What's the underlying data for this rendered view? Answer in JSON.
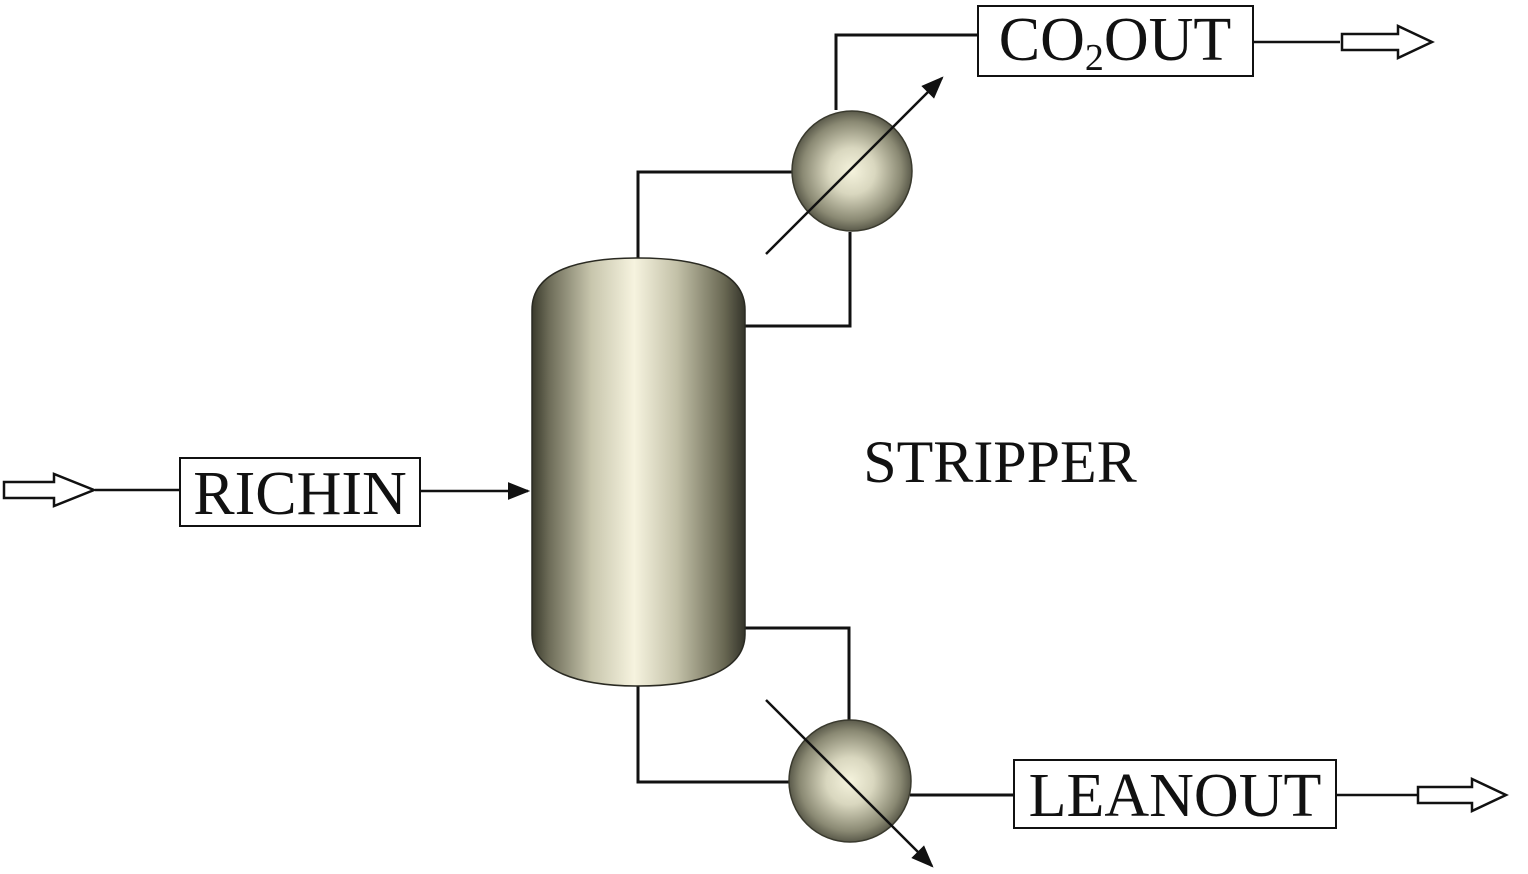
{
  "block": {
    "label": "STRIPPER"
  },
  "streams": {
    "feed": {
      "label": "RICHIN"
    },
    "overhead": {
      "label_prefix": "CO",
      "label_subscript": "2",
      "label_suffix": "OUT"
    },
    "bottoms": {
      "label": "LEANOUT"
    }
  },
  "colors": {
    "line": "#111111",
    "vessel_highlight": "#f6f3df",
    "vessel_shadow": "#3a3a2c",
    "background": "#ffffff"
  },
  "icons": {
    "column": "distillation-column-icon",
    "condenser": "condenser-heat-exchanger-icon",
    "reboiler": "reboiler-heat-exchanger-icon",
    "inlet": "hollow-inlet-arrow-icon",
    "outlet": "hollow-outlet-arrow-icon"
  }
}
